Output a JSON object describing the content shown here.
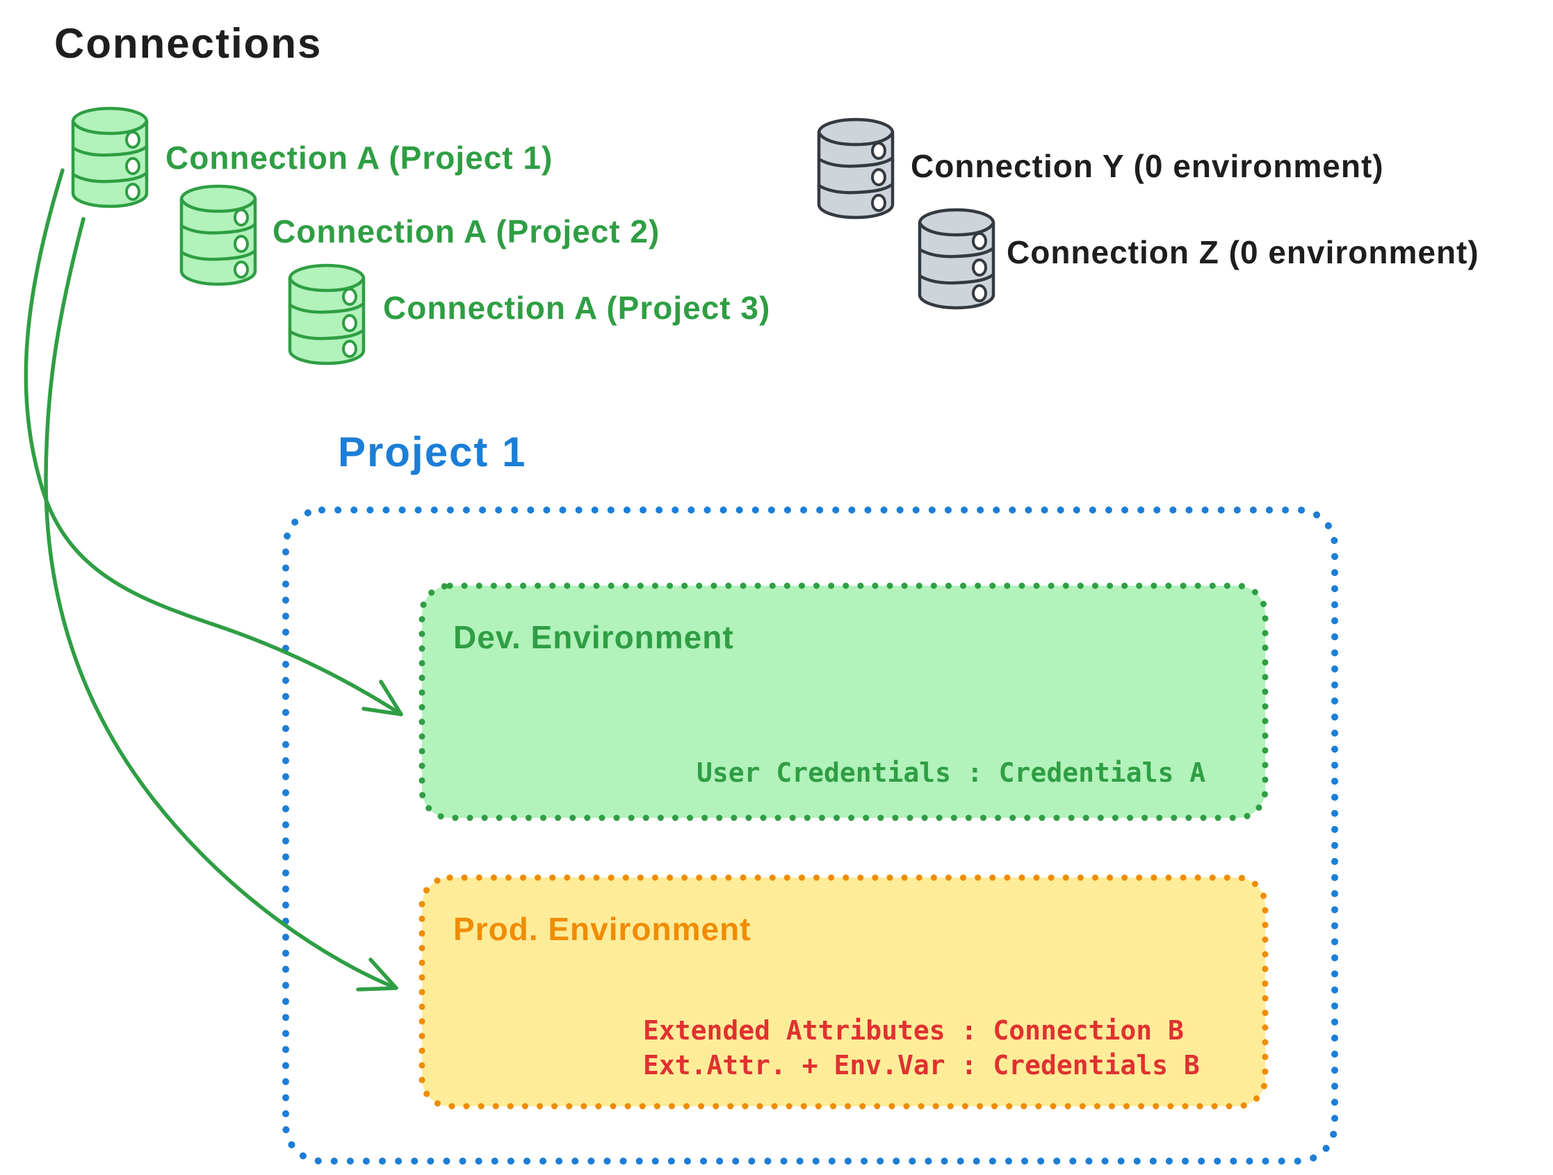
{
  "title": "Connections",
  "palette": {
    "green_stroke": "#2f9e44",
    "green_fill": "#b2f2bb",
    "gray_stroke": "#343a40",
    "gray_fill": "#ced4da",
    "black_text": "#1e1e1e",
    "blue": "#1c7ed6",
    "orange": "#f08c00",
    "yellow_fill": "#ffec99",
    "red": "#e03131"
  },
  "connections": {
    "assigned_green": [
      {
        "icon": "database-icon",
        "label": "Connection A (Project 1)"
      },
      {
        "icon": "database-icon",
        "label": "Connection A (Project 2)"
      },
      {
        "icon": "database-icon",
        "label": "Connection A (Project 3)"
      }
    ],
    "unassigned_gray": [
      {
        "icon": "database-icon",
        "label": "Connection Y (0 environment)"
      },
      {
        "icon": "database-icon",
        "label": "Connection Z (0 environment)"
      }
    ]
  },
  "project": {
    "label": "Project 1",
    "environments": {
      "dev": {
        "title": "Dev. Environment",
        "mapping": "User Credentials : Credentials A"
      },
      "prod": {
        "title": "Prod. Environment",
        "mappings": [
          "Extended Attributes : Connection B",
          "Ext.Attr. + Env.Var : Credentials B"
        ]
      }
    }
  }
}
